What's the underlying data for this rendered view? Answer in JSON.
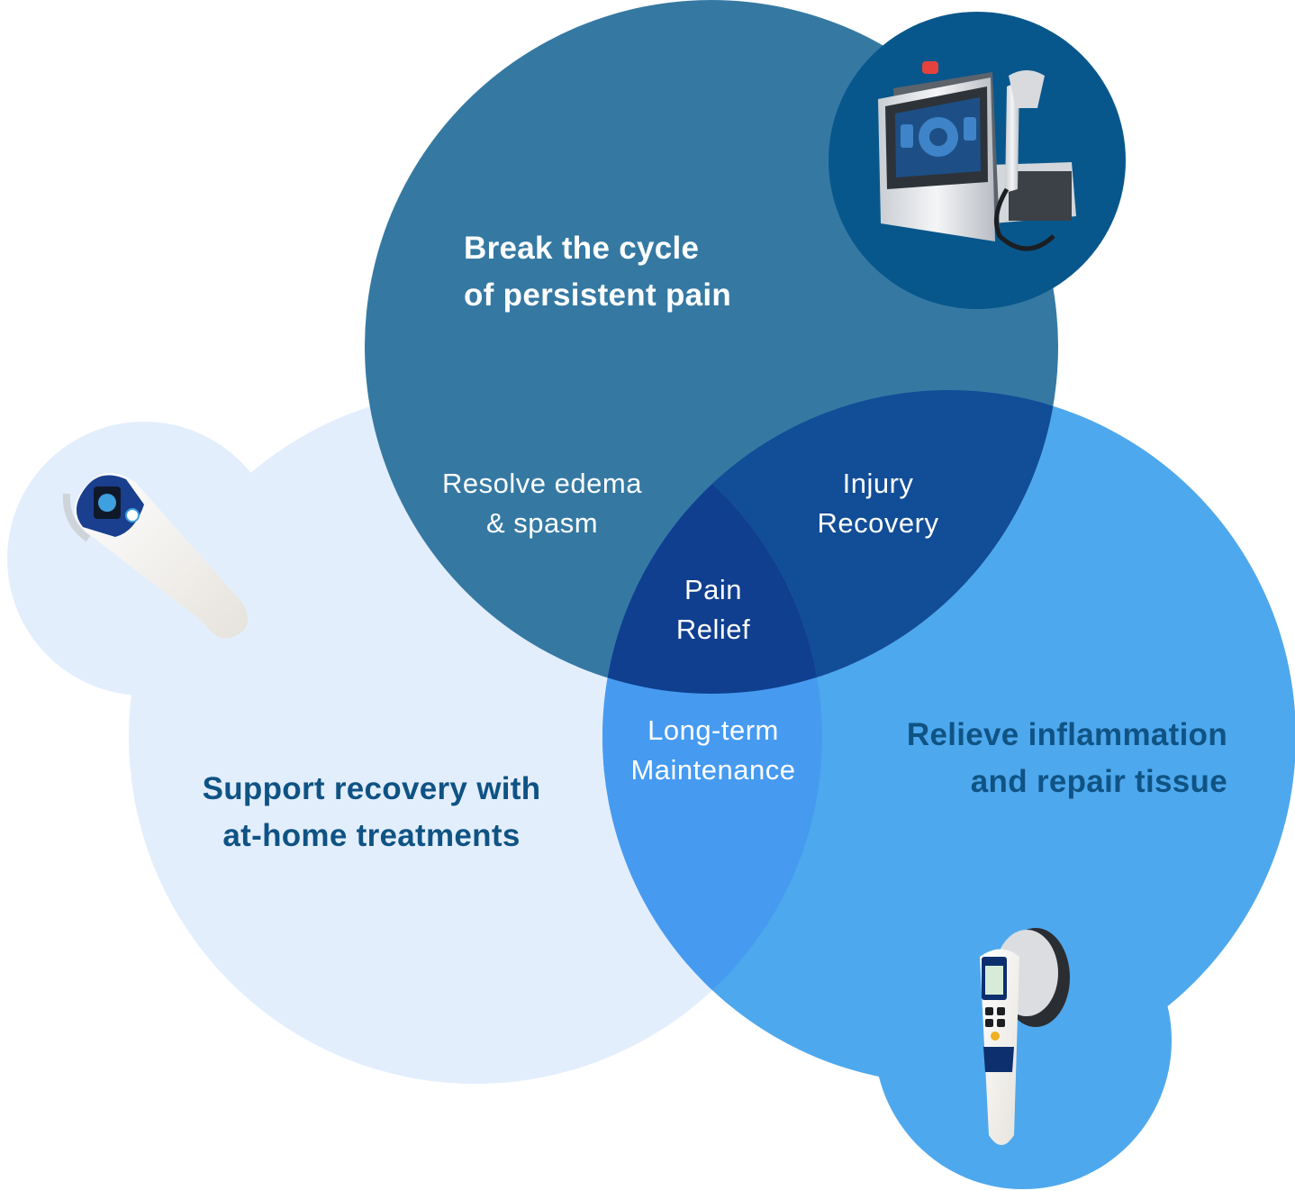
{
  "colors": {
    "top_circle": "#3579a3",
    "top_device_badge": "#08578c",
    "left_circle": "#e3eefd",
    "right_circle": "#4ea8ed",
    "overlap_top_right": "#124d97",
    "overlap_left_right": "#469bf0",
    "overlap_center": "#103f8f",
    "dark_heading": "#0f5384",
    "white_text": "#ffffff"
  },
  "top_section": {
    "heading_line1": "Break the cycle",
    "heading_line2": "of persistent pain",
    "device_icon": "desktop-laser-therapy-unit-icon"
  },
  "left_section": {
    "heading_line1": "Support recovery with",
    "heading_line2": "at-home treatments",
    "device_icon": "handheld-home-laser-device-icon"
  },
  "right_section": {
    "heading_line1": "Relieve inflammation",
    "heading_line2": "and repair tissue",
    "device_icon": "handheld-pro-laser-device-icon"
  },
  "overlaps": {
    "top_left": {
      "line1": "Resolve edema",
      "line2": "& spasm"
    },
    "top_right": {
      "line1": "Injury",
      "line2": "Recovery"
    },
    "left_right": {
      "line1": "Long-term",
      "line2": "Maintenance"
    },
    "center": {
      "line1": "Pain",
      "line2": "Relief"
    }
  }
}
